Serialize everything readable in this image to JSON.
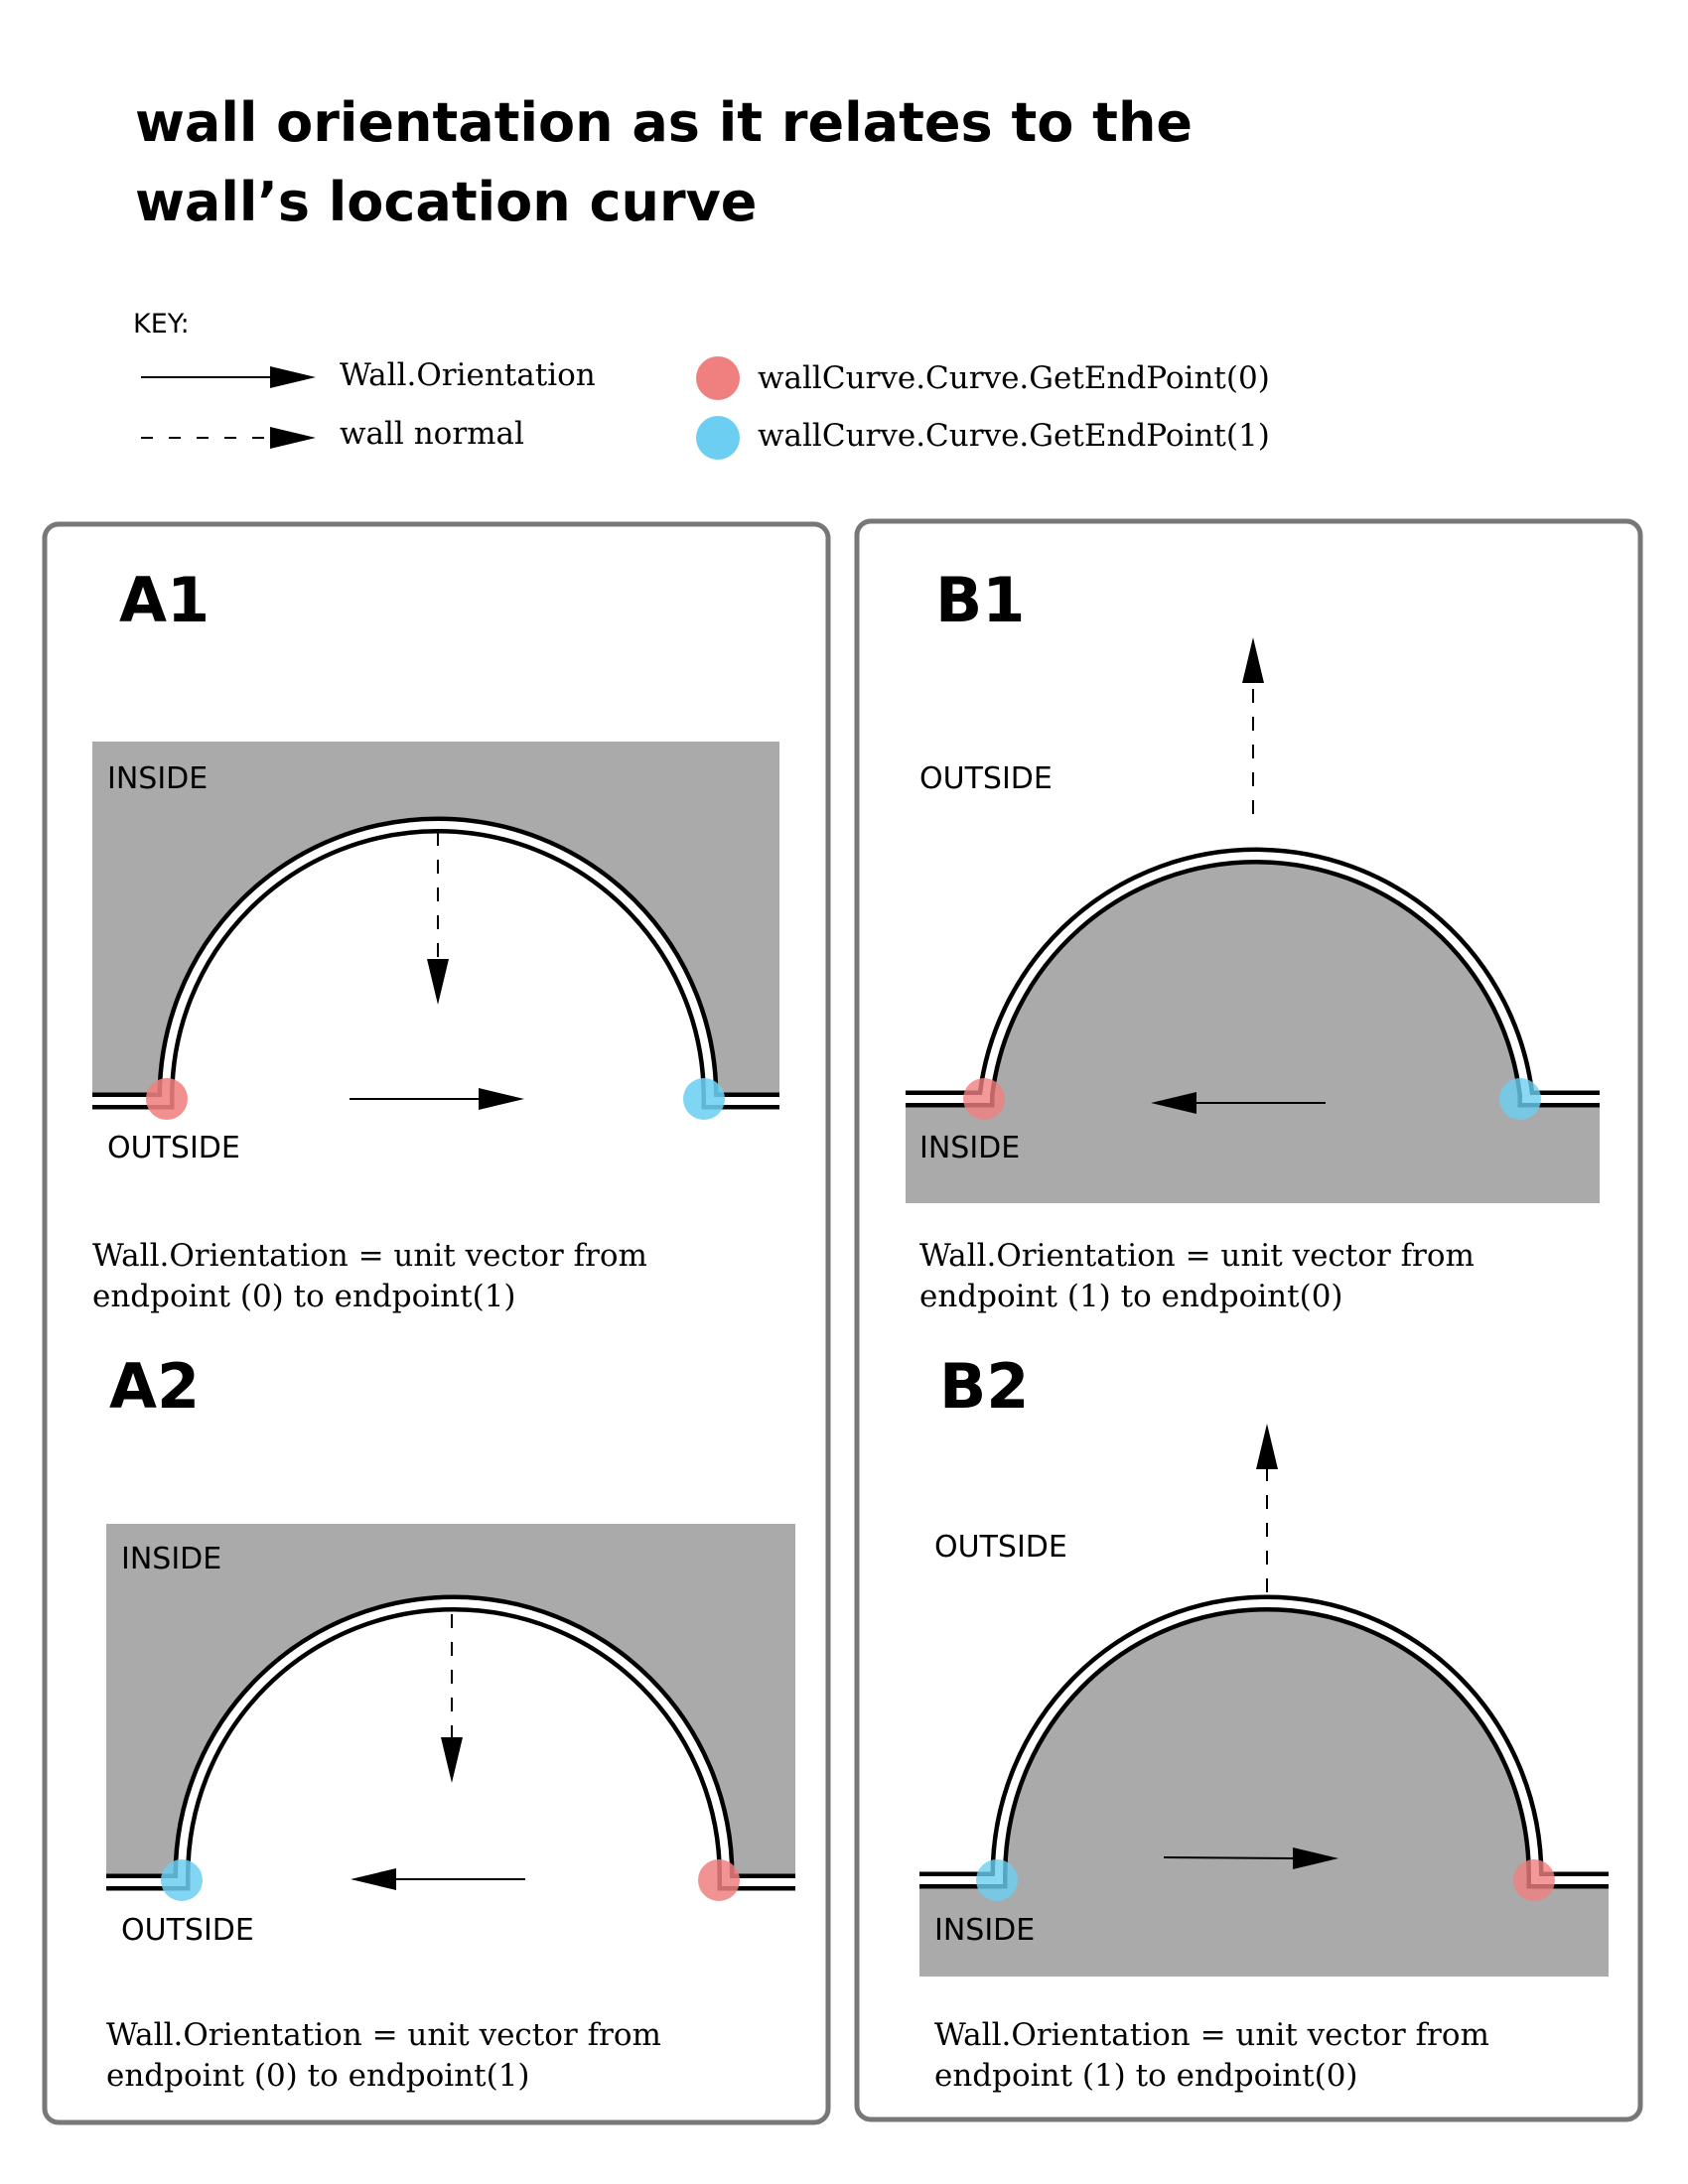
{
  "title": {
    "line1": "wall orientation as it relates to the",
    "line2": "wall’s location curve"
  },
  "key": {
    "heading": "KEY:",
    "orientation_label": "Wall.Orientation",
    "normal_label": "wall normal",
    "endpoint0_label": "wallCurve.Curve.GetEndPoint(0)",
    "endpoint1_label": "wallCurve.Curve.GetEndPoint(1)"
  },
  "colors": {
    "endpoint0": "#f08080",
    "endpoint1": "#6ccff2",
    "shade": "#a9aaa9",
    "border": "#777777"
  },
  "panels": [
    {
      "id": "A1",
      "title": "A1",
      "inside_label": "INSIDE",
      "outside_label": "OUTSIDE",
      "desc_line1": "Wall.Orientation = unit vector from",
      "desc_line2": "endpoint (0) to endpoint(1)"
    },
    {
      "id": "B1",
      "title": "B1",
      "inside_label": "INSIDE",
      "outside_label": "OUTSIDE",
      "desc_line1": "Wall.Orientation = unit vector from",
      "desc_line2": "endpoint (1) to endpoint(0)"
    },
    {
      "id": "A2",
      "title": "A2",
      "inside_label": "INSIDE",
      "outside_label": "OUTSIDE",
      "desc_line1": "Wall.Orientation = unit vector from",
      "desc_line2": "endpoint (0) to endpoint(1)"
    },
    {
      "id": "B2",
      "title": "B2",
      "inside_label": "INSIDE",
      "outside_label": "OUTSIDE",
      "desc_line1": "Wall.Orientation = unit vector from",
      "desc_line2": "endpoint (1) to endpoint(0)"
    }
  ]
}
